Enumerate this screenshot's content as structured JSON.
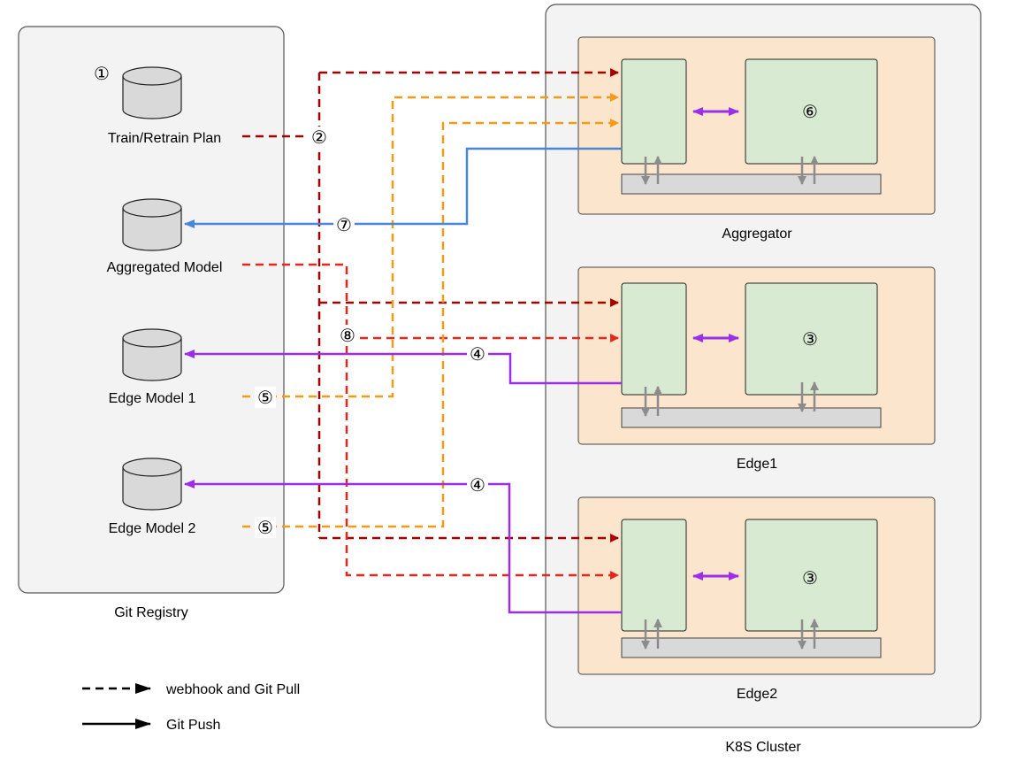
{
  "registry": {
    "title": "Git Registry",
    "items": [
      {
        "label": "Train/Retrain Plan",
        "marker": "①"
      },
      {
        "label": "Aggregated Model"
      },
      {
        "label": "Edge Model 1"
      },
      {
        "label": "Edge Model 2"
      }
    ]
  },
  "cluster": {
    "title": "K8S Cluster",
    "nodes": [
      {
        "label": "Aggregator",
        "marker": "⑥"
      },
      {
        "label": "Edge1",
        "marker": "③"
      },
      {
        "label": "Edge2",
        "marker": "③"
      }
    ]
  },
  "markers": {
    "plan_pull": "②",
    "aggregated_push": "⑦",
    "aggregated_pull": "⑧",
    "edge1_push": "④",
    "edge2_push": "④",
    "edge1_model_pull": "⑤",
    "edge2_model_pull": "⑤"
  },
  "legend": {
    "pull_label": "webhook and Git Pull",
    "push_label": "Git Push"
  },
  "colors": {
    "plan_pull": "#a40000",
    "aggregated_pull": "#e8271c",
    "model_pull": "#f29a1a",
    "aggregated_push": "#4a86d8",
    "edge_push": "#9b2ee8",
    "internal": "#9b2ee8",
    "volume_arrows": "#8c8c8c",
    "panel_fill": "#f3f3f3",
    "node_fill": "#fbe5cd",
    "pod_fill": "#d9ead3",
    "volume_fill": "#d9d9d9"
  }
}
